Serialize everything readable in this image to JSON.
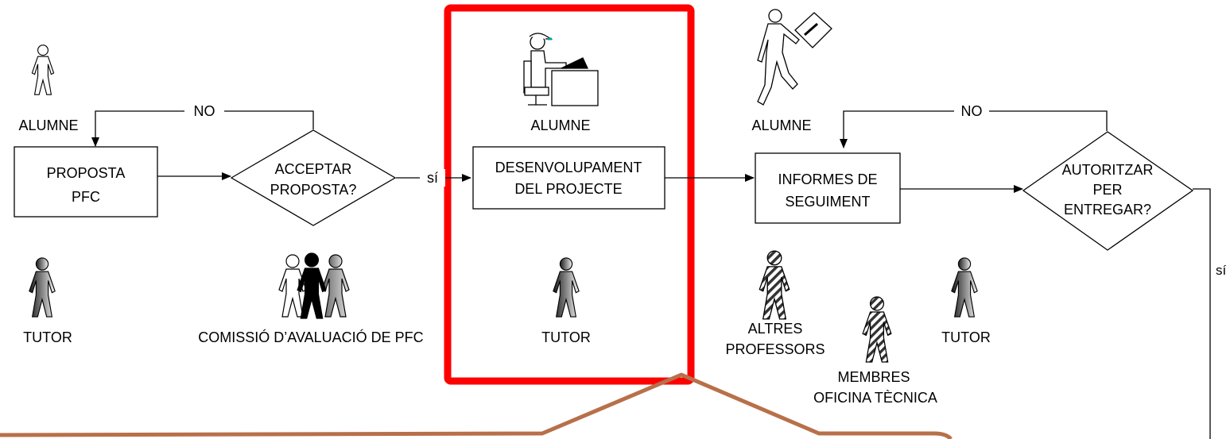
{
  "labels": {
    "alumne_1": "ALUMNE",
    "alumne_2": "ALUMNE",
    "alumne_3": "ALUMNE",
    "tutor_1": "TUTOR",
    "tutor_2": "TUTOR",
    "tutor_3": "TUTOR",
    "comissio": "COMISSIÓ D’AVALUACIÓ DE PFC",
    "altres_1": "ALTRES",
    "altres_2": "PROFESSORS",
    "membres_1": "MEMBRES",
    "membres_2": "OFICINA TÈCNICA"
  },
  "boxes": {
    "proposta_1": "PROPOSTA",
    "proposta_2": "PFC",
    "desenv_1": "DESENVOLUPAMENT",
    "desenv_2": "DEL PROJECTE",
    "informes_1": "INFORMES DE",
    "informes_2": "SEGUIMENT"
  },
  "decisions": {
    "acceptar_1": "ACCEPTAR",
    "acceptar_2": "PROPOSTA?",
    "autoritzar_1": "AUTORITZAR",
    "autoritzar_2": "PER",
    "autoritzar_3": "ENTREGAR?"
  },
  "edges": {
    "no_1": "NO",
    "no_2": "NO",
    "si_1": "sí",
    "si_2": "sí"
  },
  "colors": {
    "highlight": "#ff0000",
    "callout": "#b8704a"
  }
}
